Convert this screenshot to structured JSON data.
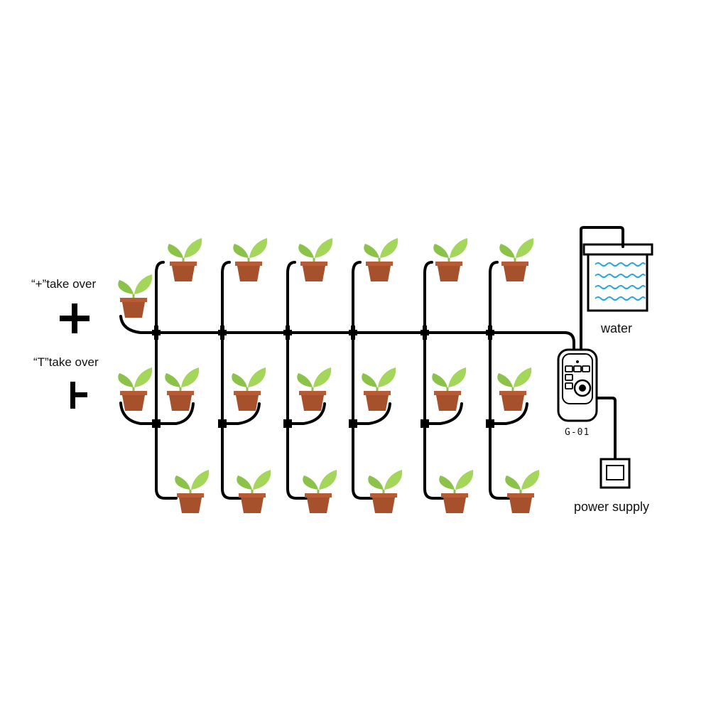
{
  "labels": {
    "plus_fitting": "“+”take over",
    "t_fitting": "“T”take over",
    "water": "water",
    "controller_model": "G-01",
    "power_supply": "power supply"
  },
  "colors": {
    "pipe": "#000000",
    "leaf": "#8bc34a",
    "leaf_light": "#a5d65c",
    "pot": "#a7502c",
    "pot_rim": "#b85a33",
    "water": "#29a8e0"
  },
  "icons": {
    "plus_fitting": "plus-connector-icon",
    "t_fitting": "tee-connector-icon",
    "plant": "potted-plant-icon",
    "tank": "water-tank-icon",
    "controller": "irrigation-controller-icon",
    "outlet": "power-outlet-icon"
  }
}
